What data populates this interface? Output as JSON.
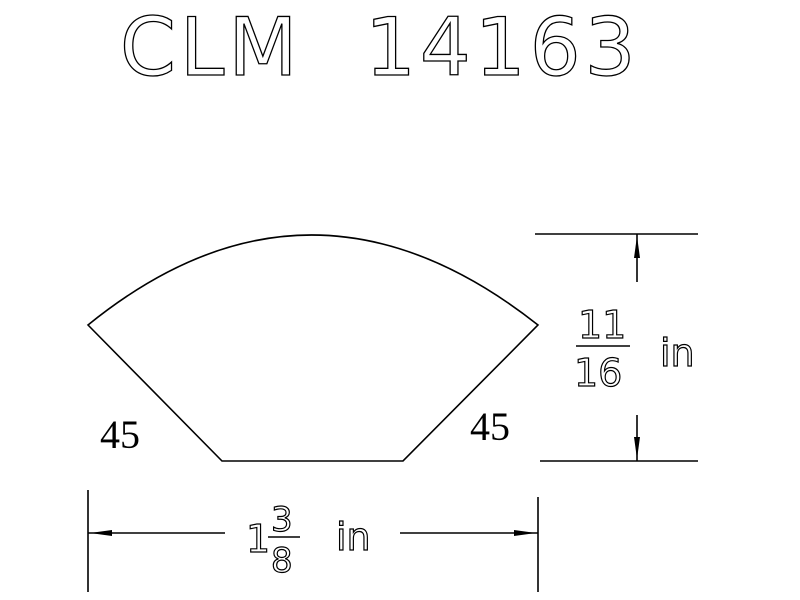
{
  "title": {
    "series": "CLM",
    "number": "14163"
  },
  "angles": {
    "left": "45",
    "right": "45"
  },
  "height_dimension": {
    "numerator": "11",
    "denominator": "16",
    "unit": "in"
  },
  "width_dimension": {
    "whole": "1",
    "numerator": "3",
    "denominator": "8",
    "unit": "in"
  }
}
